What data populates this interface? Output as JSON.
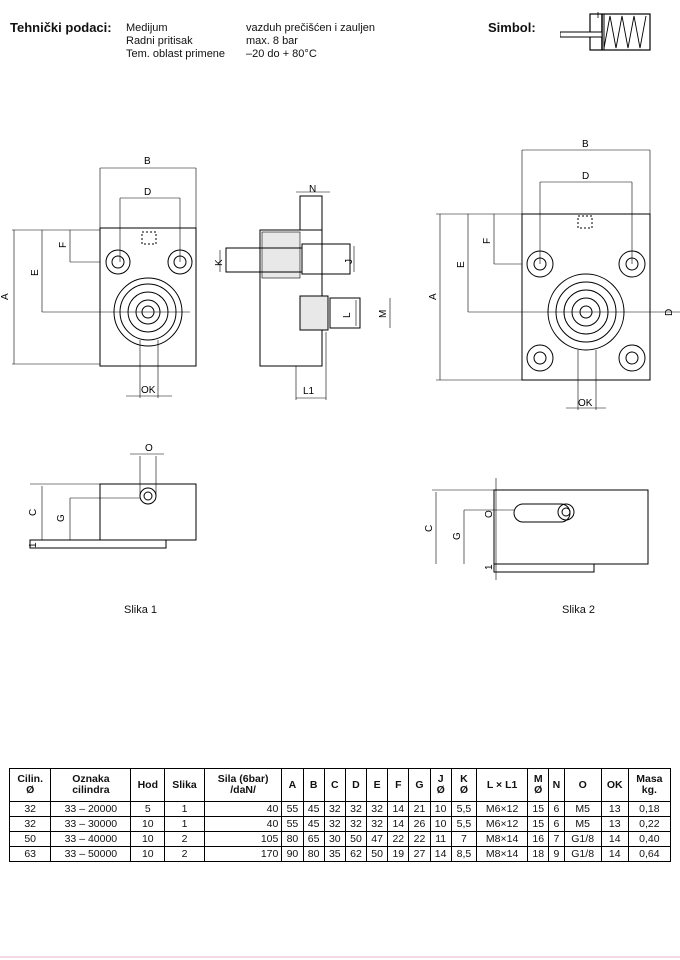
{
  "header": {
    "title": "Tehnički podaci:",
    "specs": [
      {
        "label": "Medijum",
        "value": "vazduh prečišćen i zauljen"
      },
      {
        "label": "Radni pritisak",
        "value": "max. 8 bar"
      },
      {
        "label": "Tem. oblast primene",
        "value": "–20 do + 80°C"
      }
    ],
    "symbol_label": "Simbol:"
  },
  "drawing_labels": {
    "A": "A",
    "B": "B",
    "C": "C",
    "D": "D",
    "E": "E",
    "F": "F",
    "G": "G",
    "J": "J",
    "K": "K",
    "L": "L",
    "L1": "L1",
    "M": "M",
    "N": "N",
    "O": "O",
    "OK": "OK",
    "one": "1"
  },
  "captions": {
    "slika1": "Slika 1",
    "slika2": "Slika 2"
  },
  "table": {
    "headers": [
      [
        "Cilin.",
        "Ø"
      ],
      [
        "Oznaka",
        "cilindra"
      ],
      [
        "Hod"
      ],
      [
        "Slika"
      ],
      [
        "Sila (6bar)",
        "/daN/"
      ],
      [
        "A"
      ],
      [
        "B"
      ],
      [
        "C"
      ],
      [
        "D"
      ],
      [
        "E"
      ],
      [
        "F"
      ],
      [
        "G"
      ],
      [
        "J",
        "Ø"
      ],
      [
        "K",
        "Ø"
      ],
      [
        "L × L1"
      ],
      [
        "M",
        "Ø"
      ],
      [
        "N"
      ],
      [
        "O"
      ],
      [
        "OK"
      ],
      [
        "Masa",
        "kg."
      ]
    ],
    "rows": [
      [
        "32",
        "33 – 20000",
        "5",
        "1",
        "40",
        "55",
        "45",
        "32",
        "32",
        "32",
        "14",
        "21",
        "10",
        "5,5",
        "M6×12",
        "15",
        "6",
        "M5",
        "13",
        "0,18"
      ],
      [
        "32",
        "33 – 30000",
        "10",
        "1",
        "40",
        "55",
        "45",
        "32",
        "32",
        "32",
        "14",
        "26",
        "10",
        "5,5",
        "M6×12",
        "15",
        "6",
        "M5",
        "13",
        "0,22"
      ],
      [
        "50",
        "33 – 40000",
        "10",
        "2",
        "105",
        "80",
        "65",
        "30",
        "50",
        "47",
        "22",
        "22",
        "11",
        "7",
        "M8×14",
        "16",
        "7",
        "G1/8",
        "14",
        "0,40"
      ],
      [
        "63",
        "33 – 50000",
        "10",
        "2",
        "170",
        "90",
        "80",
        "35",
        "62",
        "50",
        "19",
        "27",
        "14",
        "8,5",
        "M8×14",
        "18",
        "9",
        "G1/8",
        "14",
        "0,64"
      ]
    ]
  }
}
